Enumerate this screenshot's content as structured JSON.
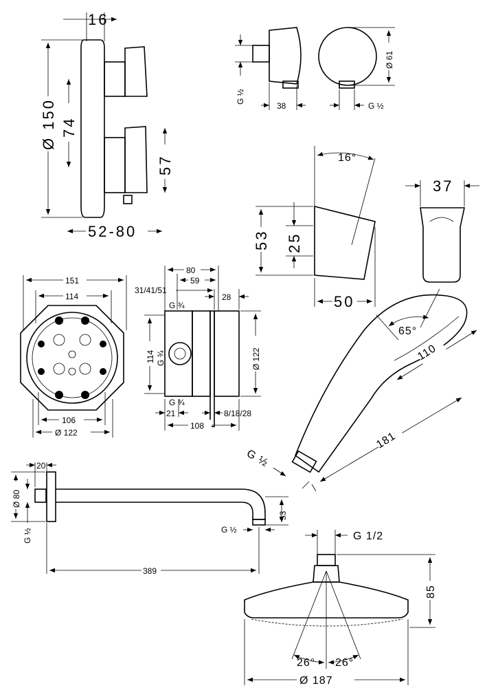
{
  "thermostat": {
    "depth": "16",
    "diameter": "Ø 150",
    "spacing": "74",
    "knob_height": "57",
    "projection": "52-80"
  },
  "wall_outlet": {
    "thread_side": "G ½",
    "depth": "38",
    "diameter": "Ø 61",
    "thread_front": "G ½"
  },
  "holder": {
    "angle": "16°",
    "height": "53",
    "hole": "25",
    "depth": "50",
    "width": "37"
  },
  "rough_in_plate": {
    "outer": "151",
    "inner": "114",
    "bottom": "106",
    "diameter": "Ø 122"
  },
  "install_box": {
    "w80": "80",
    "w59": "59",
    "depths": "31/41/51",
    "d28": "28",
    "thread_top": "G ¾",
    "height": "114",
    "thread_side": "G ¾",
    "diameter": "Ø 122",
    "thread_bottom": "G ¾",
    "d21": "21",
    "adjust": "8/18/28",
    "total": "108"
  },
  "hand_shower": {
    "angle": "65°",
    "face": "110",
    "length": "181",
    "thread": "G ½"
  },
  "shower_arm": {
    "plate": "20",
    "diameter": "Ø 80",
    "thread_wall": "G ½",
    "drop": "53",
    "thread_end": "G ½",
    "length": "389"
  },
  "overhead_shower": {
    "thread": "G 1/2",
    "height": "85",
    "angle_left": "26°",
    "angle_right": "26°",
    "diameter": "Ø 187"
  }
}
